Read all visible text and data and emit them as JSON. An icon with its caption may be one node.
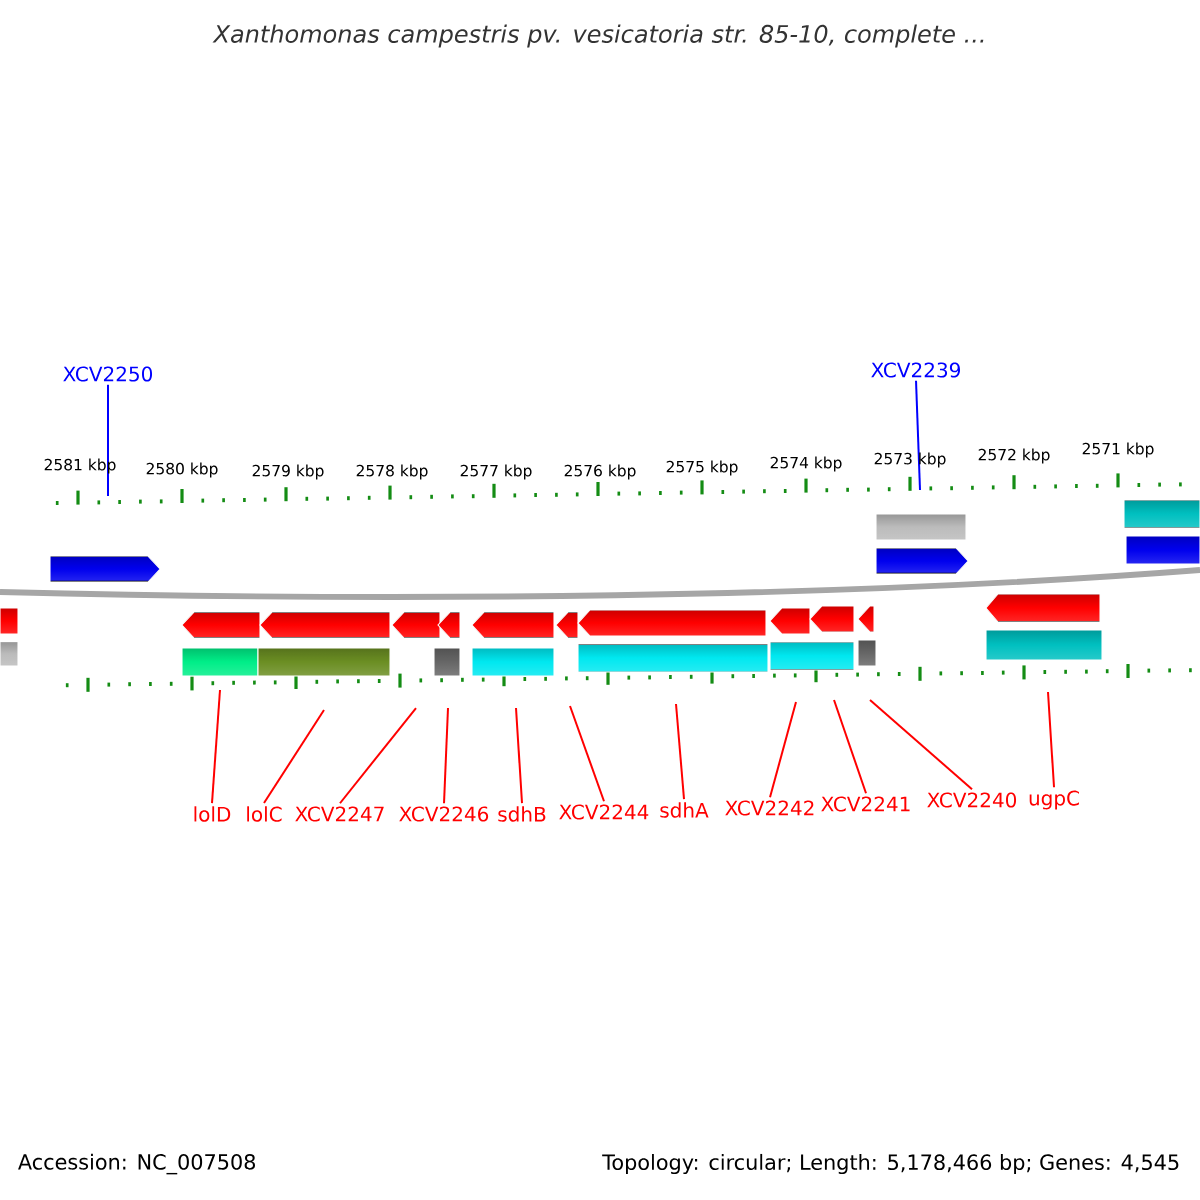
{
  "diagram": {
    "title": "Xanthomonas campestris pv. vesicatoria str. 85-10, complete ...",
    "nodes": [
      {
        "text": [
          "XCV2250"
        ]
      },
      {
        "text": [
          "XCV2239"
        ]
      },
      {
        "text": [
          "lolD"
        ]
      },
      {
        "text": [
          "lolC"
        ]
      },
      {
        "text": [
          "XCV2247"
        ]
      },
      {
        "text": [
          "XCV2246"
        ]
      },
      {
        "text": [
          "sdhB"
        ]
      },
      {
        "text": [
          "XCV2244"
        ]
      },
      {
        "text": [
          "sdhA"
        ]
      },
      {
        "text": [
          "XCV2242"
        ]
      },
      {
        "text": [
          "XCV2241"
        ]
      },
      {
        "text": [
          "XCV2240"
        ]
      },
      {
        "text": [
          "ugpC"
        ]
      }
    ],
    "edges": [
      {
        "from": 0,
        "to": null,
        "arrow": "none",
        "color": "#0000ff"
      },
      {
        "from": 1,
        "to": null,
        "arrow": "none",
        "color": "#0000ff"
      },
      {
        "from": 2,
        "to": null,
        "arrow": "none"
      },
      {
        "from": 3,
        "to": null,
        "arrow": "none"
      },
      {
        "from": 4,
        "to": null,
        "arrow": "none"
      },
      {
        "from": 5,
        "to": null,
        "arrow": "none"
      },
      {
        "from": 6,
        "to": null,
        "arrow": "none"
      },
      {
        "from": 7,
        "to": null,
        "arrow": "none"
      },
      {
        "from": 8,
        "to": null,
        "arrow": "none"
      },
      {
        "from": 9,
        "to": null,
        "arrow": "none"
      },
      {
        "from": 10,
        "to": null,
        "arrow": "none"
      },
      {
        "from": 11,
        "to": null,
        "arrow": "none"
      },
      {
        "from": 12,
        "to": null,
        "arrow": "none"
      }
    ],
    "labels": [
      "2581 kbp",
      "2580 kbp",
      "2579 kbp",
      "2578 kbp",
      "2577 kbp",
      "2576 kbp",
      "2575 kbp",
      "2574 kbp",
      "2573 kbp",
      "2572 kbp",
      "2571 kbp",
      "Accession: NC_007508",
      "Topology: circular; Length: 5,178,466 bp; Genes: 4,545"
    ]
  }
}
